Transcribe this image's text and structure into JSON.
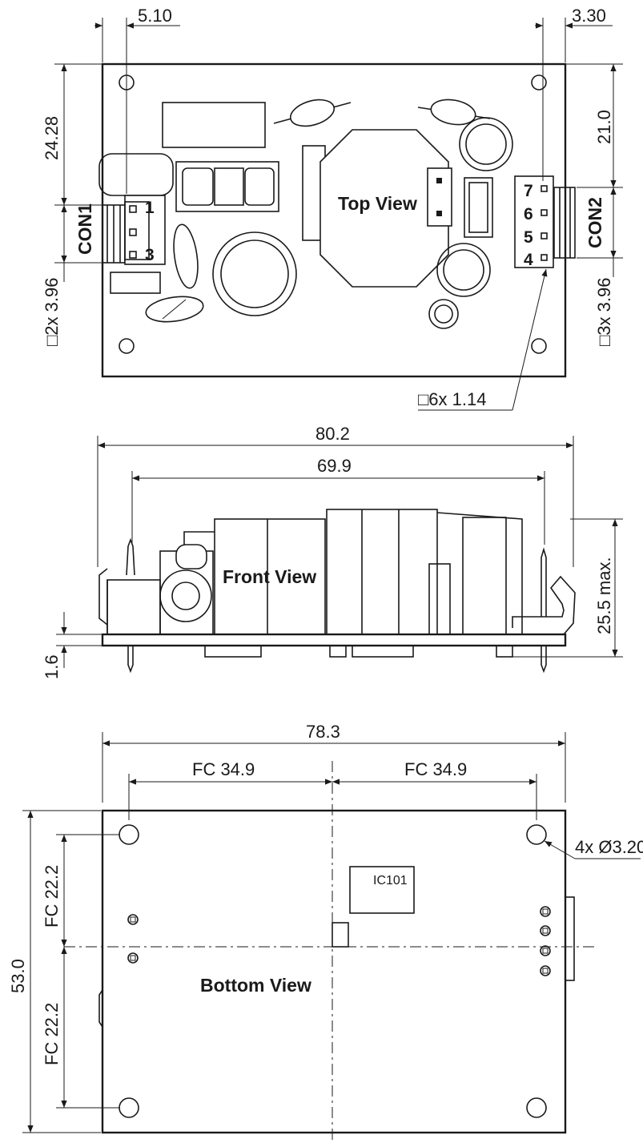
{
  "views": {
    "top": "Top View",
    "front": "Front View",
    "bottom": "Bottom View"
  },
  "connectors": {
    "con1": "CON1",
    "con2": "CON2",
    "con1_pins": [
      "1",
      "3"
    ],
    "con2_pins": [
      "7",
      "6",
      "5",
      "4"
    ]
  },
  "top_dims": {
    "d510": "5.10",
    "d330": "3.30",
    "d2428": "24.28",
    "d210": "21.0",
    "d2x396": "□2x 3.96",
    "d3x396": "□3x 3.96",
    "d6x114": "□6x 1.14"
  },
  "front_dims": {
    "d802": "80.2",
    "d699": "69.9",
    "d255": "25.5 max.",
    "d16": "1.6"
  },
  "bottom_dims": {
    "d783": "78.3",
    "fc_left": "FC 34.9",
    "fc_right": "FC 34.9",
    "d530": "53.0",
    "fc_top": "FC 22.2",
    "fc_bottom": "FC 22.2",
    "holes": "4x Ø3.20",
    "ic": "IC101"
  }
}
